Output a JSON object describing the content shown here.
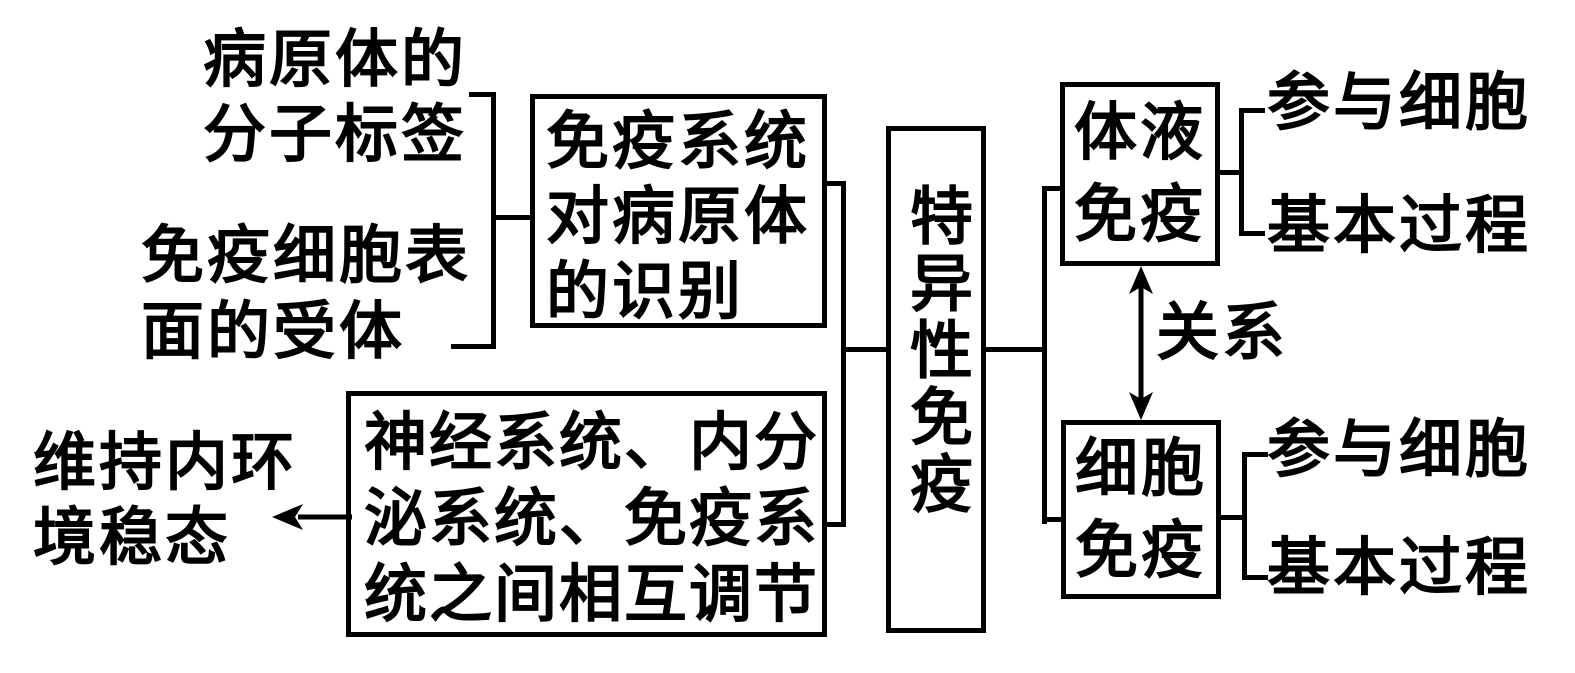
{
  "colors": {
    "background": "#ffffff",
    "line": "#000000",
    "text": "#000000"
  },
  "nodes": {
    "pathogen_tag_label": "病原体的\n分子标签",
    "immune_receptor_label": "免疫细胞表\n面的受体",
    "recognition_box": "免疫系统\n对病原体\n的识别",
    "specific_immunity_box": "特异性免疫",
    "humoral_immunity_box": "体液\n免疫",
    "cellular_immunity_box": "细胞\n免疫",
    "humoral_participating_cells": "参与细胞",
    "humoral_basic_process": "基本过程",
    "cellular_participating_cells": "参与细胞",
    "cellular_basic_process": "基本过程",
    "relation_label": "关系",
    "regulation_box": "神经系统、内分\n泌系统、免疫系\n统之间相互调节",
    "homeostasis_label": "维持内环\n境稳态"
  }
}
